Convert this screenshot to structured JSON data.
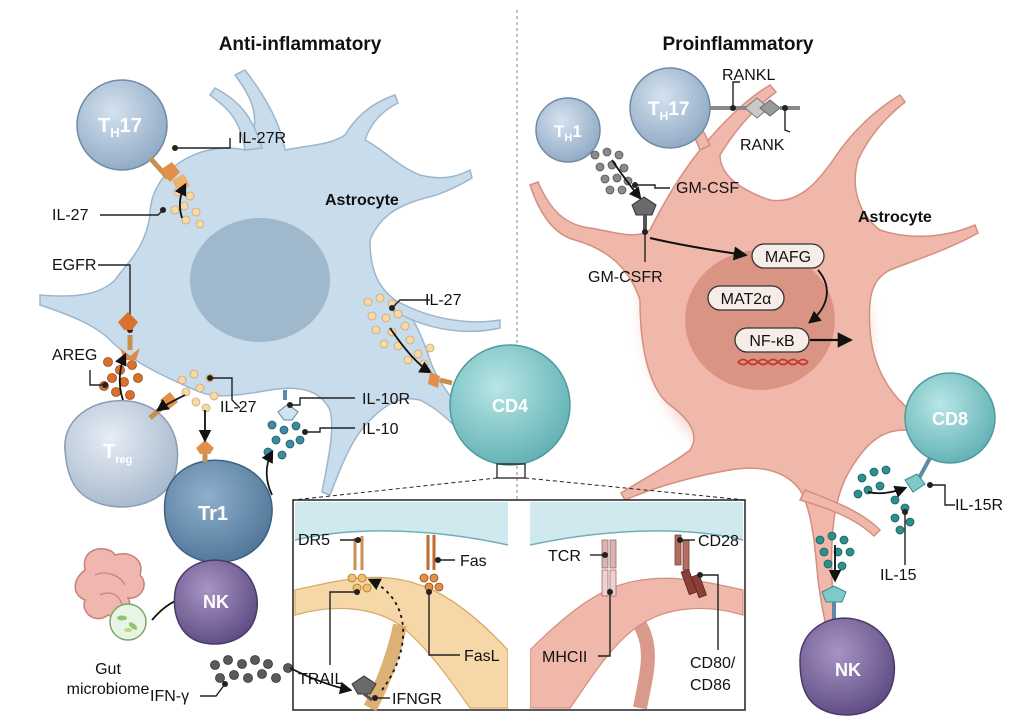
{
  "panels": {
    "left_title": "Anti-inflammatory",
    "right_title": "Proinflammatory"
  },
  "cells": {
    "th17_left": "T",
    "th17_left_sub": "H",
    "th17_left_num": "17",
    "th17_right": "T",
    "th17_right_sub": "H",
    "th17_right_num": "17",
    "th1": "T",
    "th1_sub": "H",
    "th1_num": "1",
    "treg": "T",
    "treg_sub": "reg",
    "tr1": "Tr1",
    "cd4": "CD4",
    "cd8": "CD8",
    "nk_left": "NK",
    "nk_right": "NK",
    "astrocyte_left": "Astrocyte",
    "astrocyte_right": "Astrocyte"
  },
  "labels_left": {
    "il27r": "IL-27R",
    "il27_a": "IL-27",
    "egfr": "EGFR",
    "areg": "AREG",
    "il27_b": "IL-27",
    "il27_c": "IL-27",
    "il10r": "IL-10R",
    "il10": "IL-10",
    "gut1": "Gut",
    "gut2": "microbiome",
    "ifng": "IFN-γ"
  },
  "labels_right": {
    "rankl": "RANKL",
    "rank": "RANK",
    "gmcsf": "GM-CSF",
    "gmcsfr": "GM-CSFR",
    "mafg": "MAFG",
    "mat2a": "MAT2α",
    "nfkb": "NF-κB",
    "il15r": "IL-15R",
    "il15": "IL-15"
  },
  "inset": {
    "dr5": "DR5",
    "fas": "Fas",
    "trail": "TRAIL",
    "fasl": "FasL",
    "ifngr": "IFNGR",
    "tcr": "TCR",
    "cd28": "CD28",
    "mhcii": "MHCII",
    "cd80_1": "CD80/",
    "cd80_2": "CD86"
  },
  "colors": {
    "astro_left": "#c9dcec",
    "astro_left_nucleus": "#9fb8cc",
    "astro_right": "#efb8aa",
    "astro_right_nucleus": "#d99484",
    "tcell_blue": "#9fb6cf",
    "teal": "#7fc9c9",
    "nk_purple": "#7e6a9e",
    "il27_dot": "#f7d9a8",
    "areg_dot": "#d9702b",
    "il10_dot": "#3f8a9e",
    "gm_dot": "#8a8a8a"
  }
}
